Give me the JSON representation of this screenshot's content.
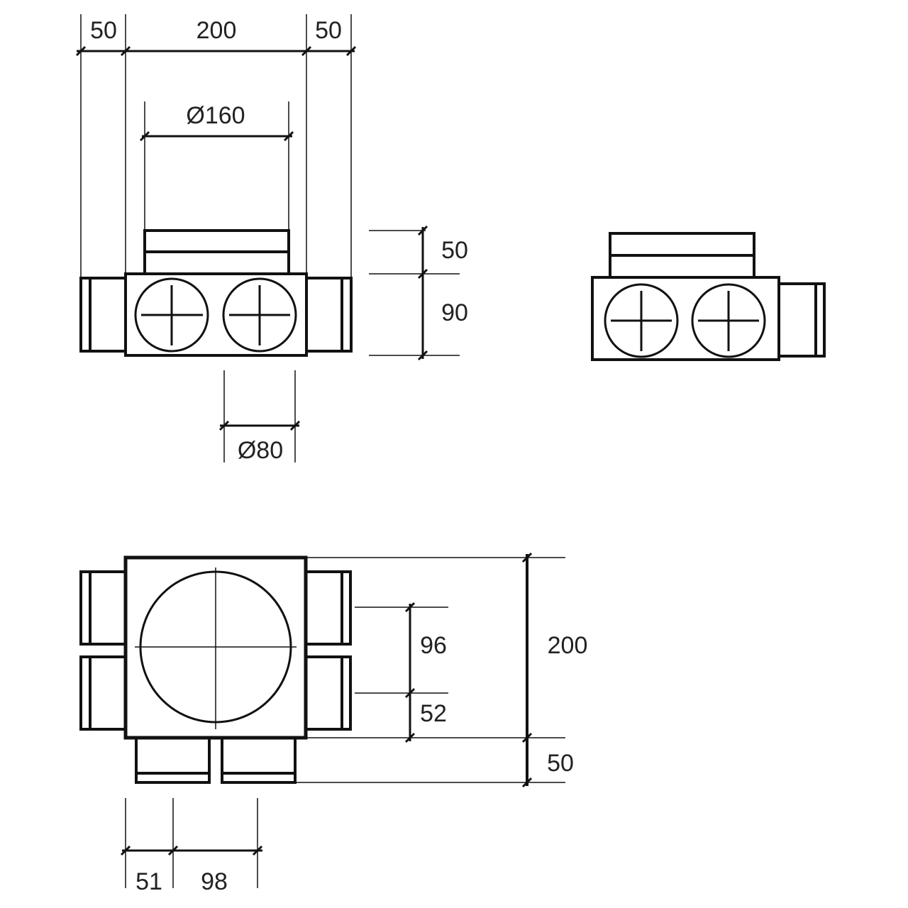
{
  "front_view": {
    "width_left": "50",
    "width_body": "200",
    "width_right": "50",
    "top_diameter": "Ø160",
    "collar_height": "50",
    "body_height": "90",
    "port_diameter": "Ø80"
  },
  "plan_view": {
    "spacing_96": "96",
    "offset_52": "52",
    "total_200": "200",
    "spigot_50": "50",
    "offset_51": "51",
    "spacing_98": "98"
  },
  "colors": {
    "line": "#111111",
    "background": "#ffffff"
  }
}
